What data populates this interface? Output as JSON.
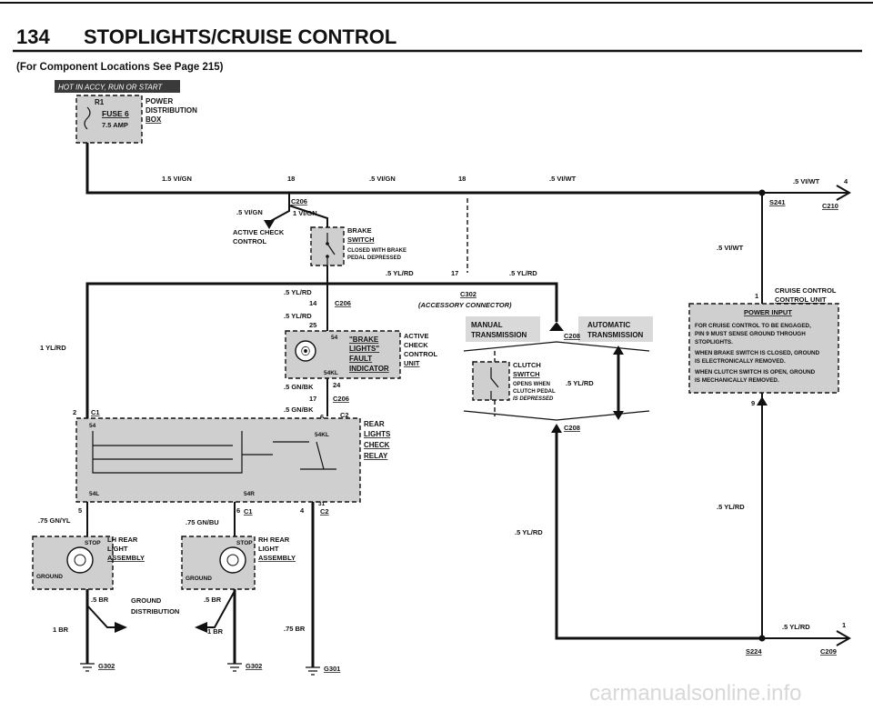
{
  "header": {
    "page_number": "134",
    "title": "STOPLIGHTS/CRUISE CONTROL",
    "subtitle": "(For Component Locations See Page 215)"
  },
  "hot_label": "HOT IN ACCY, RUN OR START",
  "fuse": {
    "pin": "R1",
    "name": "FUSE 6",
    "rating": "7.5 AMP"
  },
  "power_box": [
    "POWER",
    "DISTRIBUTION",
    "BOX"
  ],
  "wires": {
    "main": "1.5 VI/GN",
    "vigr_right": ".5 VI/GN",
    "viwt_mid": ".5 VI/WT",
    "viwt_right": ".5 VI/WT",
    "vigr_left": ".5 VI/GN",
    "vigr_brake": "1 VI/GN",
    "viwt_vertical": ".5 VI/WT",
    "yl_rd_a": ".5 YL/RD",
    "yl_rd_b": ".5 YL/RD",
    "yl_rd_c": ".5 YL/RD",
    "yl_rd_d": ".5 YL/RD",
    "yl_rd_left": "1 YL/RD",
    "yl_rd_clutch": ".5 YL/RD",
    "yl_rd_cruise": ".5 YL/RD",
    "yl_rd_trans": ".5 YL/RD",
    "yl_rd_bottom": ".5 YL/RD",
    "gn_bk_a": ".5 GN/BK",
    "gn_bk_b": ".5 GN/BK",
    "gn_yl": ".75 GN/YL",
    "gn_bu": ".75 GN/BU",
    "br_a": ".5 BR",
    "br_b": ".5 BR",
    "br_c": "1 BR",
    "br_d": "1 BR",
    "br_e": ".75 BR"
  },
  "pins": {
    "p18a": "18",
    "p18b": "18",
    "p4": "4",
    "p14": "14",
    "p25": "25",
    "p17a": "17",
    "p24": "24",
    "p17b": "17",
    "p6a": "6",
    "p2": "2",
    "p1a": "1",
    "p5": "5",
    "p6b": "6",
    "p4b": "4",
    "p31": "31",
    "p9": "9",
    "p1b": "1",
    "s4": "54",
    "s54": "54",
    "s54kl": "54KL",
    "s54kl2": "54KL",
    "s54l": "54L",
    "s54r": "54R"
  },
  "connectors": {
    "c206a": "C206",
    "c206b": "C206",
    "c206c": "C206",
    "c302": "C302",
    "c302_note": "(ACCESSORY CONNECTOR)",
    "c1a": "C1",
    "c1b": "C1",
    "c2a": "C2",
    "c2b": "C2",
    "c208a": "C208",
    "c208b": "C208",
    "c210": "C210",
    "c209": "C209",
    "s241": "S241",
    "s224": "S224"
  },
  "grounds": {
    "g302a": "G302",
    "g302b": "G302",
    "g301": "G301"
  },
  "labels": {
    "active_check_control": [
      "ACTIVE CHECK",
      "CONTROL"
    ],
    "brake_switch": [
      "BRAKE",
      "SWITCH",
      "CLOSED WITH BRAKE",
      "PEDAL DEPRESSED"
    ],
    "brake_lights_fault": [
      "\"BRAKE",
      "LIGHTS\"",
      "FAULT",
      "INDICATOR"
    ],
    "active_check_unit": [
      "ACTIVE",
      "CHECK",
      "CONTROL",
      "UNIT"
    ],
    "rear_lights_relay": [
      "REAR",
      "LIGHTS",
      "CHECK",
      "RELAY"
    ],
    "manual": [
      "MANUAL",
      "TRANSMISSION"
    ],
    "automatic": [
      "AUTOMATIC",
      "TRANSMISSION"
    ],
    "clutch_switch": [
      "CLUTCH",
      "SWITCH",
      "OPENS WHEN",
      "CLUTCH PEDAL",
      "IS DEPRESSED"
    ],
    "cruise_unit": [
      "CRUISE CONTROL",
      "CONTROL UNIT"
    ],
    "power_input_title": "POWER INPUT",
    "power_input_text": [
      "FOR CRUISE CONTROL TO BE ENGAGED,",
      "PIN 9 MUST SENSE GROUND THROUGH",
      "STOPLIGHTS.",
      "WHEN BRAKE SWITCH IS CLOSED, GROUND",
      "IS ELECTRONICALLY REMOVED.",
      "WHEN CLUTCH SWITCH IS OPEN, GROUND",
      "IS MECHANICALLY REMOVED."
    ],
    "lh_rear": [
      "LH REAR",
      "LIGHT",
      "ASSEMBLY"
    ],
    "rh_rear": [
      "RH REAR",
      "LIGHT",
      "ASSEMBLY"
    ],
    "stop_a": "STOP",
    "stop_b": "STOP",
    "ground_a": "GROUND",
    "ground_b": "GROUND",
    "ground_dist": [
      "GROUND",
      "DISTRIBUTION"
    ]
  },
  "watermark": "carmanualsonline.info"
}
